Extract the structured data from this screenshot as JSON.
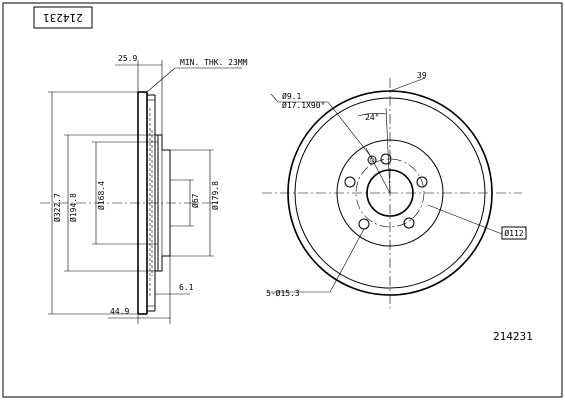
{
  "part_number_top": "214231",
  "part_number_bottom": "214231",
  "side_view": {
    "dim_width_top": "25.9",
    "min_thickness_note": "MIN. THK. 23MM",
    "dim_outer_diameter": "Ø322.7",
    "dim_hub_outer": "Ø194.8",
    "dim_hub_inner": "Ø168.4",
    "dim_center_bore": "Ø67",
    "dim_hat_diameter": "Ø179.8",
    "dim_flange": "6.1",
    "dim_total_height": "44.9"
  },
  "front_view": {
    "dim_slot_label": "39",
    "dim_hole_small": "Ø9.1",
    "dim_countersink": "Ø17.1X90°",
    "dim_angle": "24°",
    "dim_pcd": "Ø112",
    "dim_bolt_holes": "5-Ø15.3"
  }
}
